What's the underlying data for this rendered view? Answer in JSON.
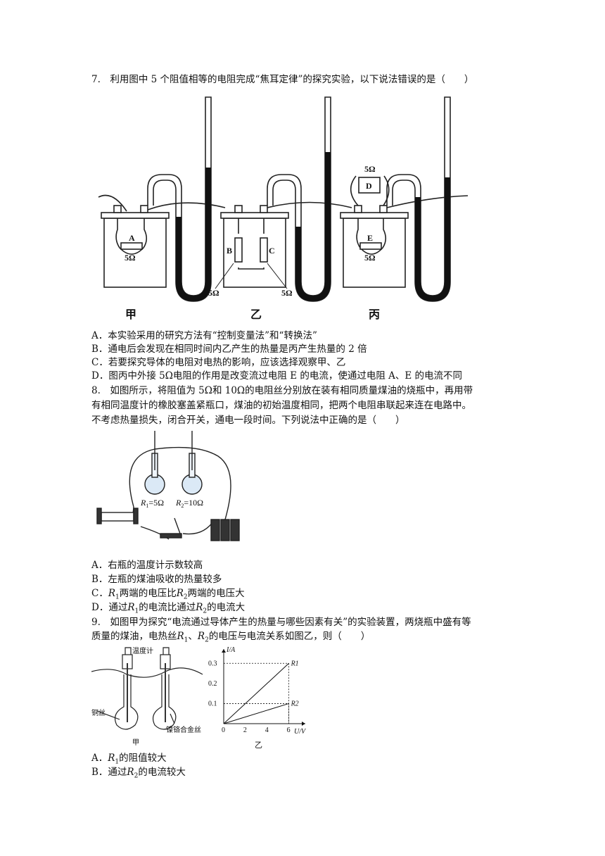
{
  "q7": {
    "stem": "7.　利用图中 5 个阻值相等的电阻完成“焦耳定律”的探究实验，以下说法错误的是（　　）",
    "fig": {
      "a_label": "A",
      "b_label": "B",
      "c_label": "C",
      "d_label": "D",
      "e_label": "E",
      "ohm": "5Ω",
      "cap1": "甲",
      "cap2": "乙",
      "cap3": "丙"
    },
    "opts": [
      "A．本实验采用的研究方法有“控制变量法”和“转换法”",
      "B．通电后会发现在相同时间内乙产生的热量是丙产生热量的 2 倍",
      "C．若要探究导体的电阻对电热的影响，应该选择观察甲、乙",
      "D．图丙中外接 5Ω电阻的作用是改变流过电阻 E 的电流，使通过电阻 A、E 的电流不同"
    ]
  },
  "q8": {
    "stem1": "8.　如图所示，将阻值为 5Ω和 10Ω的电阻丝分别放在装有相同质量煤油的烧瓶中，再用带",
    "stem2": "有相同温度计的橡胶塞盖紧瓶口，煤油的初始温度相同，把两个电阻串联起来连在电路中。",
    "stem3": "不考虑热量损失，闭合开关，通电一段时间。下列说法中正确的是（　　）",
    "fig": {
      "r1_sym": "R",
      "r1_sub": "1",
      "r1_val": "=5Ω",
      "r2_sym": "R",
      "r2_sub": "2",
      "r2_val": "=10Ω"
    },
    "opt_a": "A．右瓶的温度计示数较高",
    "opt_b": "B．左瓶的煤油吸收的热量较多",
    "opt_c": {
      "p1": "C．",
      "s1": "R",
      "n1": "1",
      "p2": "两端的电压比",
      "s2": "R",
      "n2": "2",
      "p3": "两端的电压大"
    },
    "opt_d": {
      "p1": "D．通过",
      "s1": "R",
      "n1": "1",
      "p2": "的电流比通过",
      "s2": "R",
      "n2": "2",
      "p3": "的电流大"
    }
  },
  "q9": {
    "stem1": "9.　如图甲为探究“电流通过导体产生的热量与哪些因素有关”的实验装置，两烧瓶中盛有等",
    "stem2": {
      "p1": "质量的煤油，电热丝",
      "s1": "R",
      "n1": "1",
      "p2": "、",
      "s2": "R",
      "n2": "2",
      "p3": "的电压与电流关系如图乙，则（　　）"
    },
    "fig": {
      "thermo": "温度计",
      "copper": "铜丝",
      "nichrome": "镍铬合金丝",
      "cap1": "甲",
      "cap2": "乙"
    },
    "opt_a": {
      "p1": "A．",
      "s1": "R",
      "n1": "1",
      "p2": "的阻值较大"
    },
    "opt_b": {
      "p1": "B．通过",
      "s1": "R",
      "n1": "2",
      "p2": "的电流较大"
    }
  },
  "chart_data": {
    "type": "line",
    "xlabel": "U/V",
    "ylabel": "I/A",
    "x_ticks": [
      0,
      2,
      4,
      6
    ],
    "y_ticks": [
      0.1,
      0.2,
      0.3
    ],
    "xlim": [
      0,
      7
    ],
    "ylim": [
      0,
      0.35
    ],
    "series": [
      {
        "name": "R1",
        "x": [
          0,
          6
        ],
        "y": [
          0,
          0.3
        ]
      },
      {
        "name": "R2",
        "x": [
          0,
          6
        ],
        "y": [
          0,
          0.1
        ]
      }
    ]
  }
}
